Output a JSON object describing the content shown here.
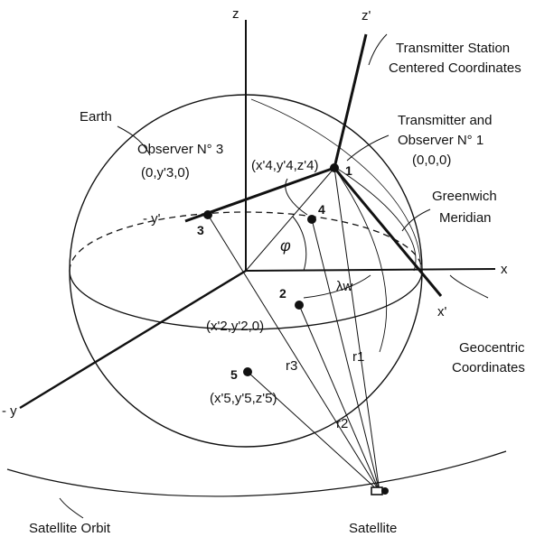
{
  "labels": {
    "z": "z",
    "z_prime": "z'",
    "x": "x",
    "x_prime": "x'",
    "neg_y": "- y",
    "neg_y_prime": "- y'",
    "earth": "Earth",
    "transmitter_station_line1": "Transmitter Station",
    "transmitter_station_line2": "Centered Coordinates",
    "transmitter_observer_line1": "Transmitter and",
    "transmitter_observer_line2": "Observer N° 1",
    "transmitter_observer_coord": "(0,0,0)",
    "observer3_title": "Observer N° 3",
    "observer3_coord": "(0,y'3,0)",
    "point4_coord": "(x'4,y'4,z'4)",
    "greenwich_line1": "Greenwich",
    "greenwich_line2": "Meridian",
    "point2_coord": "(x'2,y'2,0)",
    "point5_coord": "(x'5,y'5,z'5)",
    "geocentric_line1": "Geocentric",
    "geocentric_line2": "Coordinates",
    "satellite_orbit": "Satellite Orbit",
    "satellite": "Satellite",
    "phi": "φ",
    "lambda_w": "λw",
    "r1": "r1",
    "r2": "r2",
    "r3": "r3"
  },
  "points": {
    "p1": "1",
    "p2": "2",
    "p3": "3",
    "p4": "4",
    "p5": "5"
  }
}
